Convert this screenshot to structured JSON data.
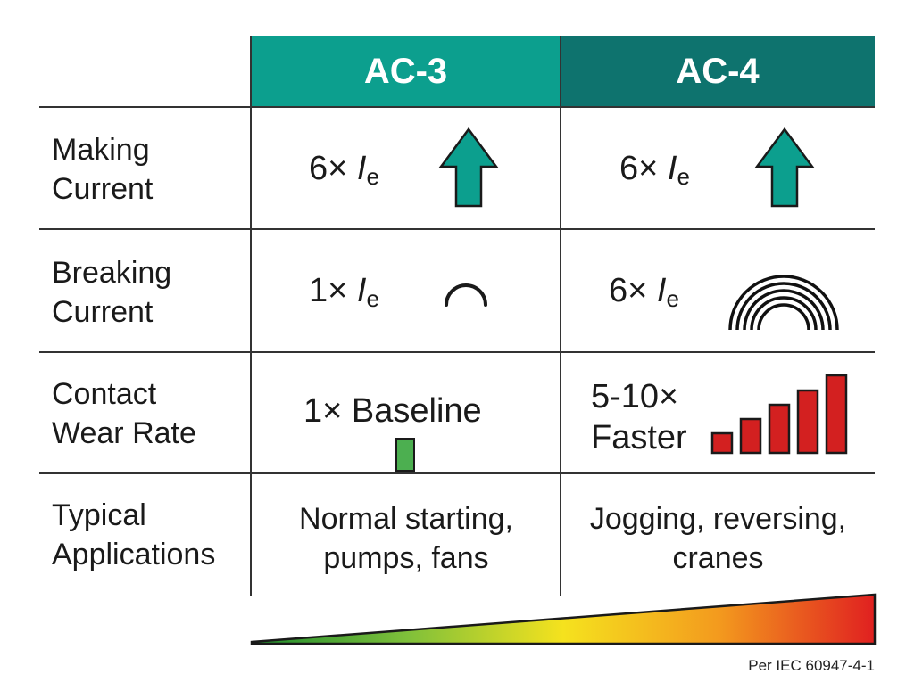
{
  "columns": {
    "ac3": "AC-3",
    "ac4": "AC-4"
  },
  "rows": {
    "making": {
      "label": [
        "Making",
        "Current"
      ],
      "ac3": {
        "mult": "6×",
        "sym": "I",
        "sub": "e"
      },
      "ac4": {
        "mult": "6×",
        "sym": "I",
        "sub": "e"
      }
    },
    "breaking": {
      "label": [
        "Breaking",
        "Current"
      ],
      "ac3": {
        "mult": "1×",
        "sym": "I",
        "sub": "e"
      },
      "ac4": {
        "mult": "6×",
        "sym": "I",
        "sub": "e"
      }
    },
    "wear": {
      "label": [
        "Contact",
        "Wear Rate"
      ],
      "ac3": "1× Baseline",
      "ac4": [
        "5-10×",
        "Faster"
      ]
    },
    "apps": {
      "label": [
        "Typical",
        "Applications"
      ],
      "ac3": [
        "Normal starting,",
        "pumps, fans"
      ],
      "ac4": [
        "Jogging, reversing,",
        "cranes"
      ]
    }
  },
  "footnote": "Per IEC 60947-4-1",
  "colors": {
    "ac3_header": "#0c9f8e",
    "ac4_header": "#0e736e",
    "arrow": "#0c9f8e",
    "baseline_bar": "#4caf50",
    "wear_bars": "#d32020",
    "gradient": [
      "#1e8c2e",
      "#7fc03a",
      "#f5e21e",
      "#f39a1e",
      "#e02020"
    ]
  },
  "icons": {
    "making": "up-arrow-icon",
    "breaking_ac3": "small-arc-icon",
    "breaking_ac4": "multi-arc-icon",
    "wear_ac4": "rising-bars-icon"
  }
}
